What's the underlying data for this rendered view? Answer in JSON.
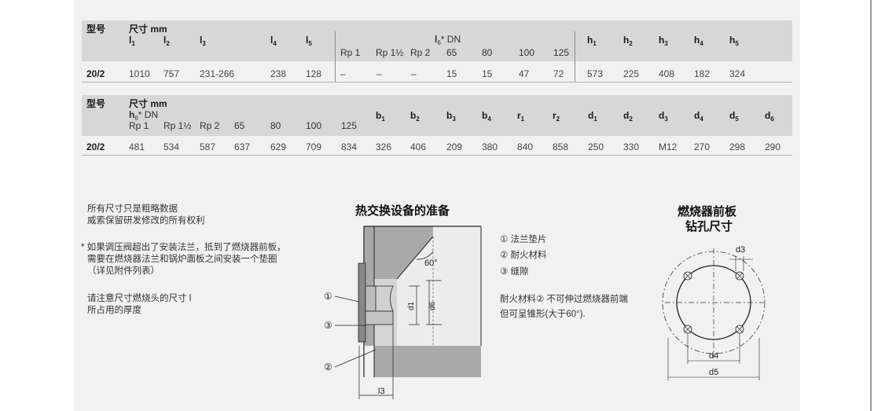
{
  "table1": {
    "model_header": "型号",
    "dim_header": "尺寸 mm",
    "cols": [
      {
        "key": "l1",
        "sym": "l",
        "sub": "1"
      },
      {
        "key": "l2",
        "sym": "l",
        "sub": "2"
      },
      {
        "key": "l3",
        "sym": "l",
        "sub": "3"
      },
      {
        "key": "l4",
        "sym": "l",
        "sub": "4"
      },
      {
        "key": "l5",
        "sym": "l",
        "sub": "5"
      }
    ],
    "l6_group": {
      "sym": "l",
      "sub": "6",
      "suffix": "* DN",
      "subcols": [
        "Rp 1",
        "Rp 1½",
        "Rp 2",
        "65",
        "80",
        "100",
        "125"
      ]
    },
    "h_cols": [
      {
        "sym": "h",
        "sub": "1"
      },
      {
        "sym": "h",
        "sub": "2"
      },
      {
        "sym": "h",
        "sub": "3"
      },
      {
        "sym": "h",
        "sub": "4"
      },
      {
        "sym": "h",
        "sub": "5"
      }
    ],
    "row": {
      "model": "20/2",
      "values": [
        "1010",
        "757",
        "231-266",
        "238",
        "128",
        "–",
        "–",
        "–",
        "15",
        "15",
        "47",
        "72",
        "573",
        "225",
        "408",
        "182",
        "324"
      ]
    }
  },
  "table2": {
    "model_header": "型号",
    "dim_header": "尺寸 mm",
    "h6_group": {
      "sym": "h",
      "sub": "6",
      "suffix": "* DN",
      "subcols": [
        "Rp 1",
        "Rp 1½",
        "Rp 2",
        "65",
        "80",
        "100",
        "125"
      ]
    },
    "cols": [
      {
        "sym": "b",
        "sub": "1"
      },
      {
        "sym": "b",
        "sub": "2"
      },
      {
        "sym": "b",
        "sub": "3"
      },
      {
        "sym": "b",
        "sub": "4"
      },
      {
        "sym": "r",
        "sub": "1"
      },
      {
        "sym": "r",
        "sub": "2"
      },
      {
        "sym": "d",
        "sub": "1"
      },
      {
        "sym": "d",
        "sub": "2"
      },
      {
        "sym": "d",
        "sub": "3"
      },
      {
        "sym": "d",
        "sub": "4"
      },
      {
        "sym": "d",
        "sub": "5"
      },
      {
        "sym": "d",
        "sub": "6"
      }
    ],
    "row": {
      "model": "20/2",
      "values": [
        "481",
        "534",
        "587",
        "637",
        "629",
        "709",
        "834",
        "326",
        "406",
        "209",
        "380",
        "840",
        "858",
        "250",
        "330",
        "M12",
        "270",
        "298",
        "290"
      ]
    }
  },
  "notes": {
    "line1": "所有尺寸只是粗略数据",
    "line2": "威索保留研发修改的所有权利",
    "star_line1": "* 如果调压阀超出了安装法兰，抵到了燃烧器前板，",
    "star_line2": "需要在燃烧器法兰和锅炉面板之间安装一个垫圈",
    "star_line3": "（详见附件列表）",
    "attn_line1": "请注意尺寸燃烧头的尺寸 l",
    "attn_line2": "所占用的厚度"
  },
  "heat_exchanger": {
    "title": "热交换设备的准备",
    "angle": "60°",
    "dim_d1": "d1",
    "dim_d6": "d6",
    "dim_l3": "l3",
    "callout_1": "①",
    "callout_2": "②",
    "callout_3": "③"
  },
  "legend": {
    "item1": "① 法兰垫片",
    "item2": "② 耐火材料",
    "item3": "③ 缝隙",
    "remark1": "耐火材料② 不可伸过燃烧器前端",
    "remark2": "但可呈锥形(大于60°)."
  },
  "drilling": {
    "title_line1": "燃烧器前板",
    "title_line2": "钻孔尺寸",
    "dim_d3": "d3",
    "dim_d4": "d4",
    "dim_d5": "d5"
  }
}
